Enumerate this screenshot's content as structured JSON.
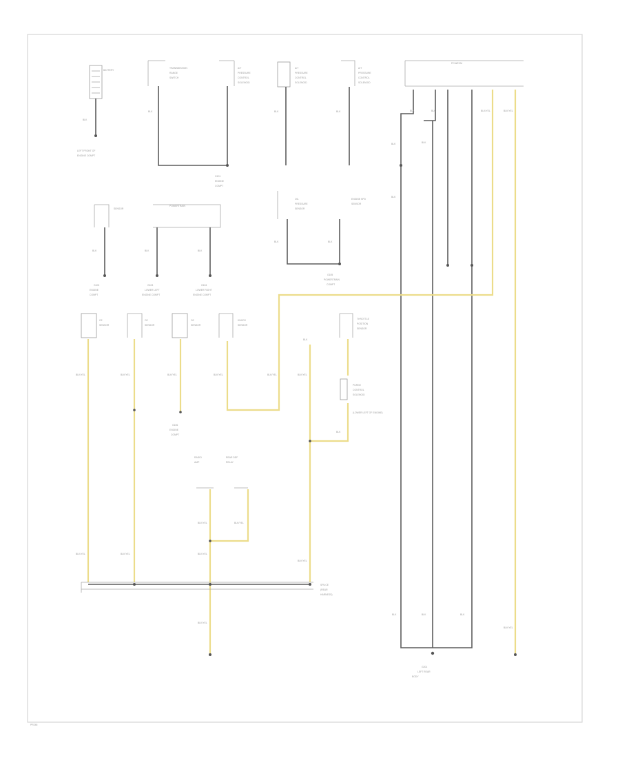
{
  "diagram": {
    "components": [
      {
        "name": "battery",
        "lines": [
          "BATTERY"
        ]
      },
      {
        "name": "battery-ground",
        "lines": [
          "LEFT FRONT OF",
          "ENGINE COMPT"
        ]
      },
      {
        "name": "transmission-range-switch",
        "lines": [
          "TRANSMISSION",
          "RANGE",
          "SWITCH"
        ]
      },
      {
        "name": "transmission-relay-1",
        "lines": [
          "A/T",
          "PRESSURE",
          "CONTROL",
          "SOLENOID"
        ]
      },
      {
        "name": "transmission-relay-2",
        "lines": [
          "A/T",
          "PRESSURE",
          "CONTROL",
          "SOLENOID"
        ]
      },
      {
        "name": "transmission-relay-3",
        "lines": [
          "A/T",
          "PRESSURE",
          "CONTROL",
          "SOLENOID"
        ]
      },
      {
        "name": "ecm-header",
        "lines": [
          "PCM/ECM"
        ]
      },
      {
        "name": "ground-g101",
        "lines": [
          "G101",
          "ENGINE",
          "COMPT"
        ]
      },
      {
        "name": "sensor-left",
        "lines": [
          "SENSOR"
        ]
      },
      {
        "name": "powertrain-box",
        "lines": [
          "POWERTRAIN"
        ]
      },
      {
        "name": "oil-pressure-sensor",
        "lines": [
          "OIL",
          "PRESSURE",
          "SENSOR"
        ]
      },
      {
        "name": "engine-speed-sensor",
        "lines": [
          "ENGINE SPD",
          "SENSOR"
        ]
      },
      {
        "name": "ground-g102-a",
        "lines": [
          "G102",
          "ENGINE",
          "COMPT"
        ]
      },
      {
        "name": "ground-g103",
        "lines": [
          "G103",
          "LOWER LEFT",
          "ENGINE COMPT"
        ]
      },
      {
        "name": "ground-g104",
        "lines": [
          "G104",
          "LOWER RIGHT",
          "ENGINE COMPT"
        ]
      },
      {
        "name": "ground-g105",
        "lines": [
          "G105",
          "POWERTRAIN",
          "COMPT"
        ]
      },
      {
        "name": "o2-sensor-1",
        "lines": [
          "O2",
          "SENSOR"
        ]
      },
      {
        "name": "o2-sensor-2",
        "lines": [
          "O2",
          "SENSOR"
        ]
      },
      {
        "name": "o2-sensor-3",
        "lines": [
          "O2",
          "SENSOR"
        ]
      },
      {
        "name": "knock-sensor",
        "lines": [
          "KNOCK",
          "SENSOR"
        ]
      },
      {
        "name": "throttle-sensor",
        "lines": [
          "THROTTLE",
          "POSITION",
          "SENSOR"
        ]
      },
      {
        "name": "ground-g106",
        "lines": [
          "G106",
          "ENGINE",
          "COMPT"
        ]
      },
      {
        "name": "purge-solenoid",
        "lines": [
          "PURGE",
          "CONTROL",
          "SOLENOID",
          "(LOWER LEFT OF ENGINE)"
        ]
      },
      {
        "name": "radio-amp",
        "lines": [
          "RADIO",
          "AMP"
        ]
      },
      {
        "name": "rear-defogger",
        "lines": [
          "REAR DEF",
          "RELAY"
        ]
      },
      {
        "name": "splice-bus",
        "lines": [
          "SPLICE",
          "(REAR",
          "HARNESS)"
        ]
      },
      {
        "name": "ground-g201",
        "lines": [
          "G201",
          "LEFT REAR",
          "BODY"
        ]
      }
    ],
    "wire_colors": [
      "BLK",
      "BLK",
      "BLK",
      "BLK",
      "BLK",
      "BLK/YEL",
      "BLK",
      "BLK/YEL",
      "BLK",
      "BLK",
      "BLK/YEL",
      "BLK/YEL",
      "BLK/YEL",
      "BLK/YEL",
      "BLK",
      "BLK/YEL"
    ],
    "colors": {
      "wire_dark": "#5c5c5c",
      "wire_yellow": "#ecdc8a",
      "frame": "#d6d6d6"
    },
    "footer_code": "PR246"
  }
}
